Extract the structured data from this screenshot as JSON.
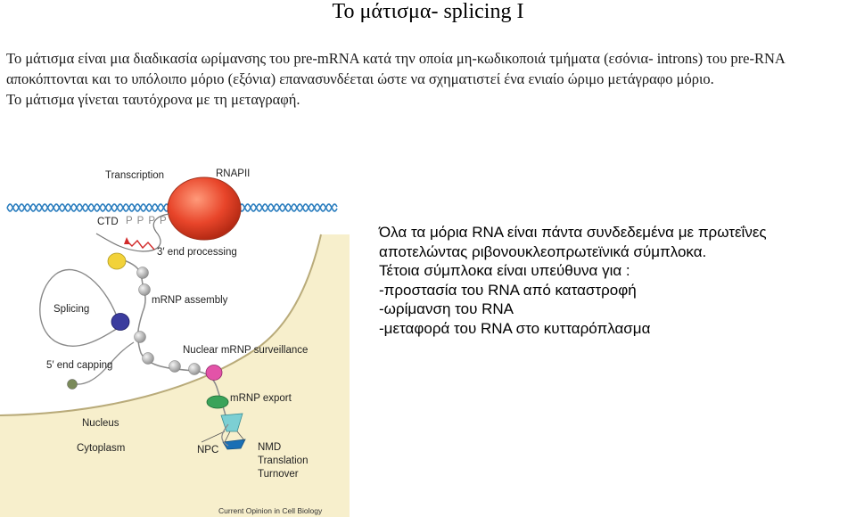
{
  "title": "Το μάτισμα- splicing I",
  "intro": {
    "paragraph_1": "Το μάτισμα είναι μια διαδικασία ωρίμανσης του pre-mRNA κατά την οποία  μη-κωδικοποιά τμήματα (εσόνια- introns) του pre-RNA αποκόπτονται  και το υπόλοιπο μόριο (εξόνια) επανασυνδέεται ώστε να σχηματιστεί ένα ενιαίο ώριμο μετάγραφο μόριο.",
    "paragraph_2": "Το μάτισμα γίνεται ταυτόχρονα με τη μεταγραφή."
  },
  "figure": {
    "labels": {
      "transcription": "Transcription",
      "rnapii": "RNAPII",
      "ctd": "CTD",
      "phosphates": "P P P P",
      "end_processing_3": "3′ end processing",
      "mrnp_assembly": "mRNP assembly",
      "splicing": "Splicing",
      "nuclear_surveillance": "Nuclear mRNP surveillance",
      "capping_5": "5′ end capping",
      "mrnp_export": "mRNP export",
      "nucleus": "Nucleus",
      "cytoplasm": "Cytoplasm",
      "npc": "NPC",
      "nmd": "NMD",
      "translation": "Translation",
      "turnover": "Turnover",
      "credit": "Current Opinion in Cell Biology"
    },
    "colors": {
      "polymerase": "#e8452a",
      "dna_strand": "#2d7fbf",
      "bead": "#b8b8b8",
      "yellow_factor": "#f2d23a",
      "spliceosome": "#3b3c9e",
      "surveillance": "#e353a8",
      "export": "#3aa35a",
      "cytoplasm_fill": "#f7efcc",
      "npc": "#7ccfd3",
      "arrow": "#d22a2a"
    }
  },
  "side_text": {
    "line_1": "Όλα τα μόρια  RNA είναι πάντα συνδεδεμένα με πρωτεΐνες",
    "line_2": "αποτελώντας ριβονουκλεοπρωτεϊνικά  σύμπλοκα.",
    "line_3": "Τέτοια σύμπλοκα είναι υπεύθυνα για :",
    "line_4": "-προστασία του RNA από καταστροφή",
    "line_5": "-ωρίμανση του RNA",
    "line_6": "-μεταφορά του RNA στο κυτταρόπλασμα"
  }
}
